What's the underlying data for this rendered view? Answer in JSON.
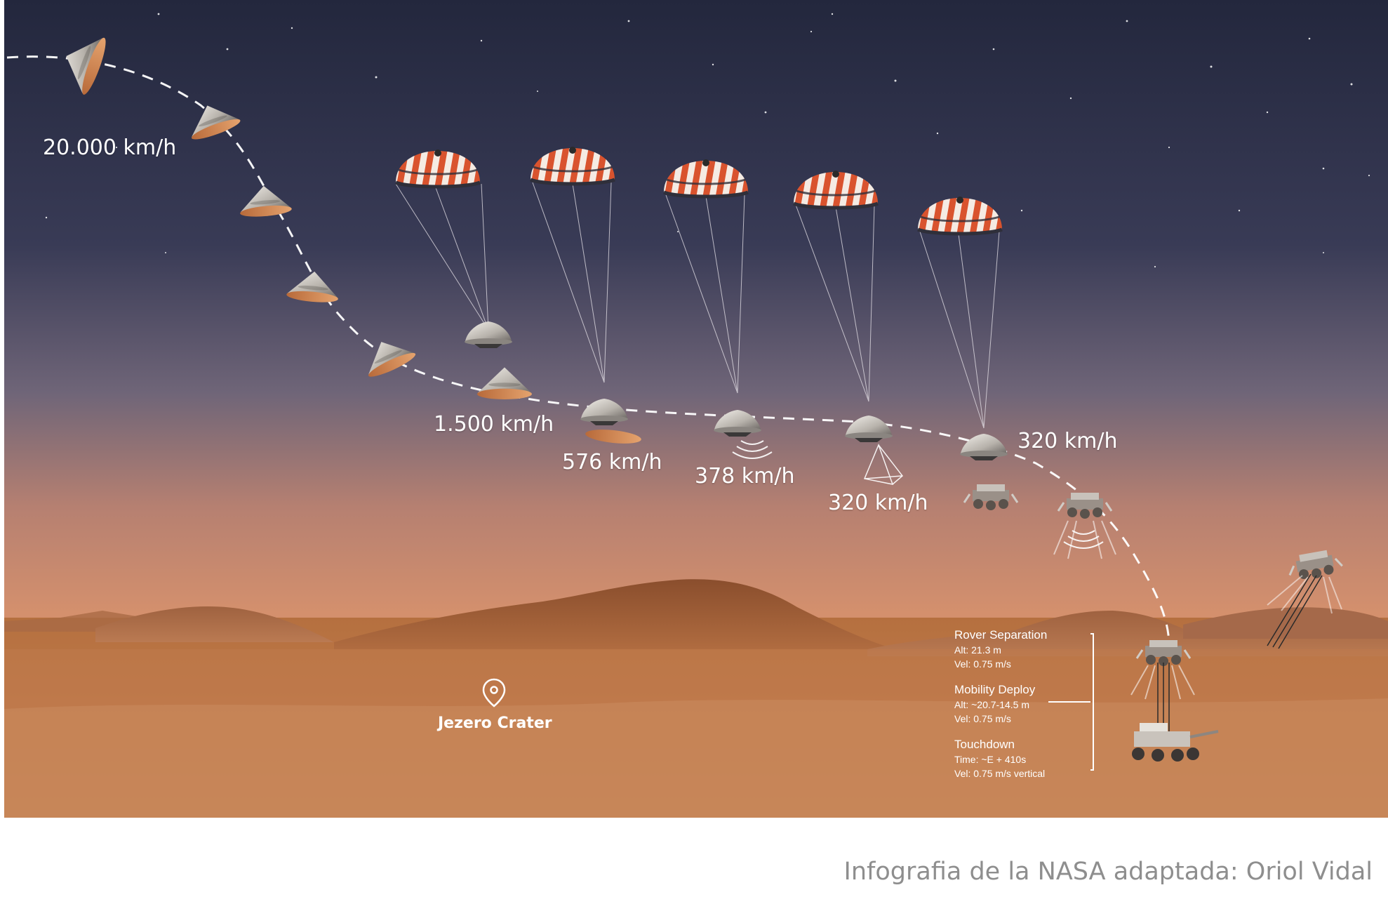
{
  "speed_labels": [
    {
      "text": "20.000 km/h"
    },
    {
      "text": "1.500 km/h"
    },
    {
      "text": "576 km/h"
    },
    {
      "text": "378 km/h"
    },
    {
      "text": "320 km/h"
    },
    {
      "text": "320 km/h"
    }
  ],
  "location": {
    "name": "Jezero Crater",
    "icon": "location-pin-icon"
  },
  "stages": [
    {
      "title": "Rover Separation",
      "lines": [
        "Alt: 21.3 m",
        "Vel: 0.75 m/s"
      ]
    },
    {
      "title": "Mobility Deploy",
      "lines": [
        "Alt: ~20.7-14.5 m",
        "Vel: 0.75 m/s"
      ]
    },
    {
      "title": "Touchdown",
      "lines": [
        "Time: ~E + 410s",
        "Vel: 0.75 m/s  vertical"
      ]
    }
  ],
  "credit": "Infografia de la NASA adaptada: Oriol Vidal",
  "colors": {
    "sky_top": "#262a40",
    "sky_bottom": "#c98363",
    "terrain": "#b86e45",
    "parachute_stripe": "#d9532e"
  }
}
